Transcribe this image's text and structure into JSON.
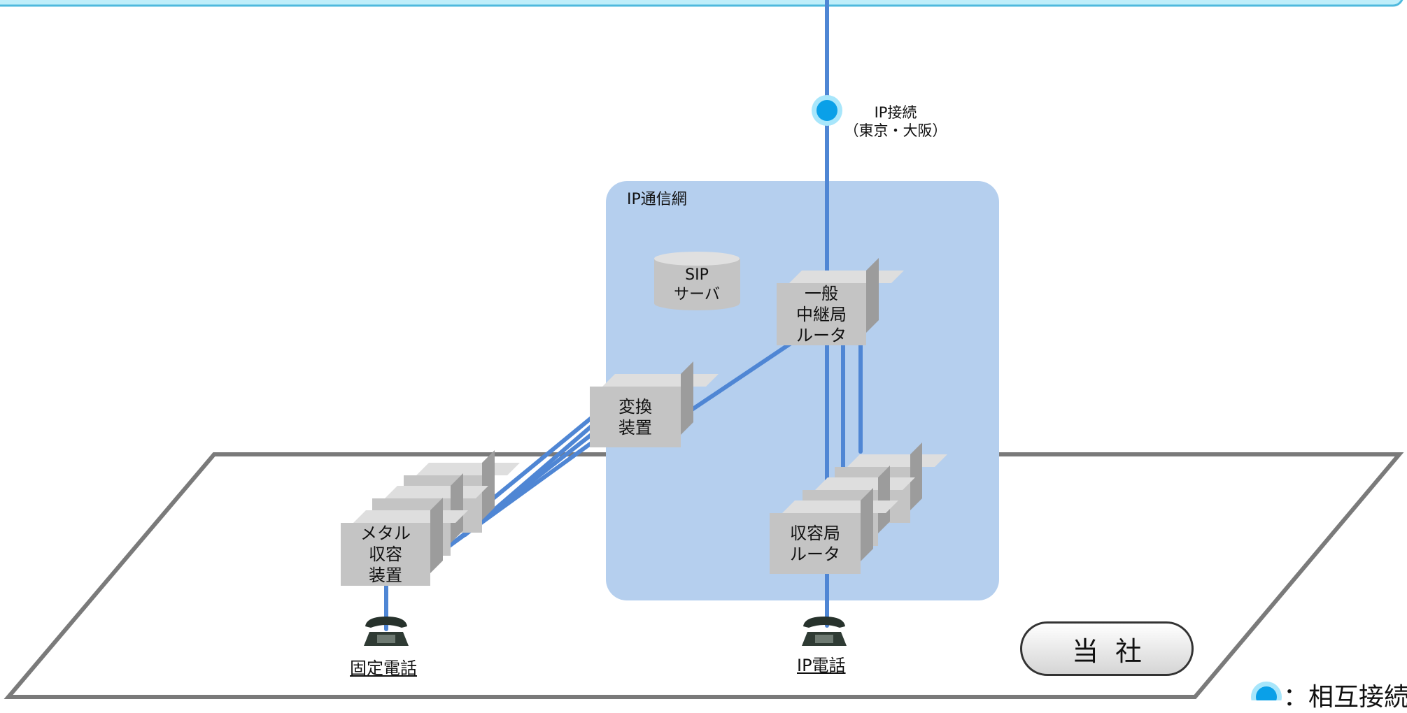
{
  "interconnect": {
    "label_line1": "IP接続",
    "label_line2": "（東京・大阪）"
  },
  "ip_network": {
    "title": "IP通信網"
  },
  "sip_server": {
    "line1": "SIP",
    "line2": "サーバ"
  },
  "devices": {
    "general_relay_router": "一般\n中継局\nルータ",
    "converter": "変換\n装置",
    "metal_unit": "メタル\n収容\n装置",
    "access_router": "収容局\nルータ"
  },
  "phones": {
    "fixed": "固定電話",
    "ip": "IP電話"
  },
  "company": {
    "label": "当社"
  },
  "legend": {
    "label": "：相互接続"
  },
  "colors": {
    "line": "#4f86d4",
    "network_bg": "#b5cfee",
    "top_bar": "#bfeefa",
    "point": "#0aa0e8"
  }
}
